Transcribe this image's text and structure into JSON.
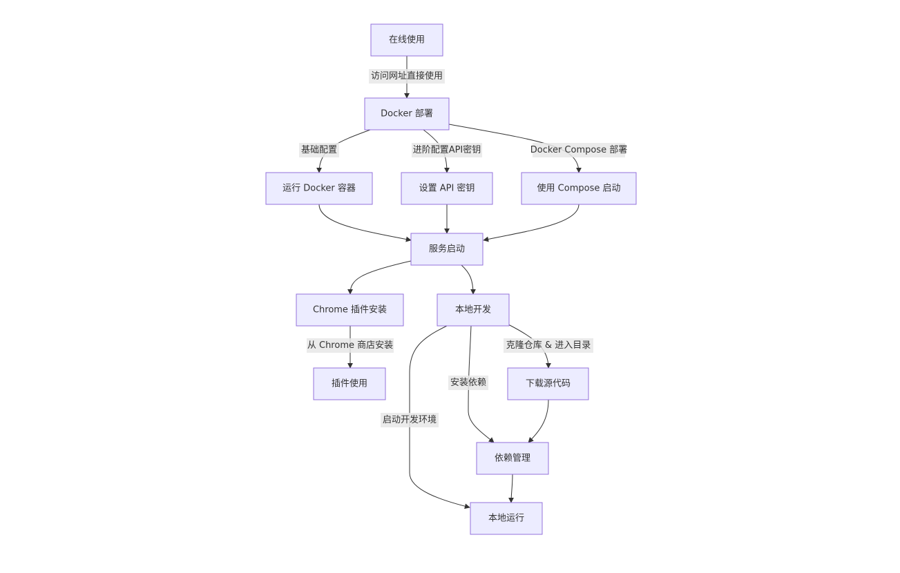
{
  "nodes": {
    "online": "在线使用",
    "docker": "Docker 部署",
    "run_docker": "运行 Docker 容器",
    "set_api": "设置 API 密钥",
    "compose_start": "使用 Compose 启动",
    "service_start": "服务启动",
    "chrome_install": "Chrome 插件安装",
    "local_dev": "本地开发",
    "plugin_use": "插件使用",
    "download_src": "下载源代码",
    "dep_manage": "依赖管理",
    "local_run": "本地运行"
  },
  "edges": {
    "visit_url": "访问网址直接使用",
    "basic_config": "基础配置",
    "advanced_api": "进阶配置API密钥",
    "compose_deploy": "Docker Compose 部署",
    "from_store": "从 Chrome 商店安装",
    "clone_repo": "克隆仓库 & 进入目录",
    "install_deps": "安装依赖",
    "start_dev_env": "启动开发环境"
  }
}
